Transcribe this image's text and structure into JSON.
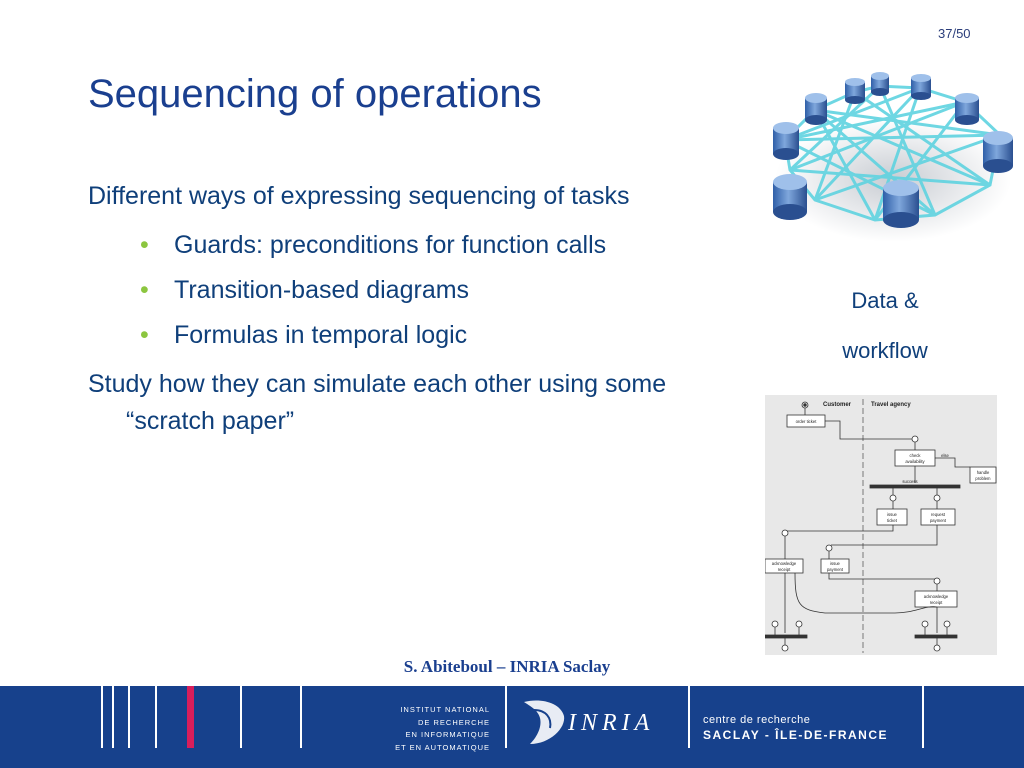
{
  "header": {
    "page_number": "37/50",
    "title": "Sequencing of operations"
  },
  "content": {
    "para1": "Different ways of expressing sequencing of tasks",
    "bullets": [
      "Guards: preconditions for function calls",
      "Transition-based diagrams",
      "Formulas in temporal logic"
    ],
    "para2": "Study how they can simulate each other using some “scratch paper”"
  },
  "sidebar": {
    "caption_line1": "Data  &",
    "caption_line2": "workflow",
    "workflow": {
      "lane_customer": "Customer",
      "lane_agency": "Travel agency",
      "order_ticket": "order ticket",
      "check": "check",
      "availability": "availability",
      "else": "else",
      "handle": "handle",
      "problem": "problem",
      "success": "success",
      "issue": "issue",
      "ticket": "ticket",
      "request": "request",
      "payment": "payment",
      "acknowledge": "acknowledge",
      "receipt": "receipt",
      "issue_payment_1": "issue",
      "issue_payment_2": "payment",
      "ack2": "acknowledge",
      "receipt2": "receipt"
    }
  },
  "footer": {
    "author": "S. Abiteboul – INRIA Saclay",
    "institute_lines": [
      "INSTITUT NATIONAL",
      "DE RECHERCHE",
      "EN INFORMATIQUE",
      "ET EN AUTOMATIQUE"
    ],
    "logo_text": "INRIA",
    "centre": "centre de recherche",
    "saclay": "SACLAY - ÎLE-DE-FRANCE"
  },
  "colors": {
    "title": "#1a3f8f",
    "text": "#0f3f7a",
    "bullet": "#8cc63f",
    "bar": "#17418c",
    "accent": "#d81e5b"
  }
}
